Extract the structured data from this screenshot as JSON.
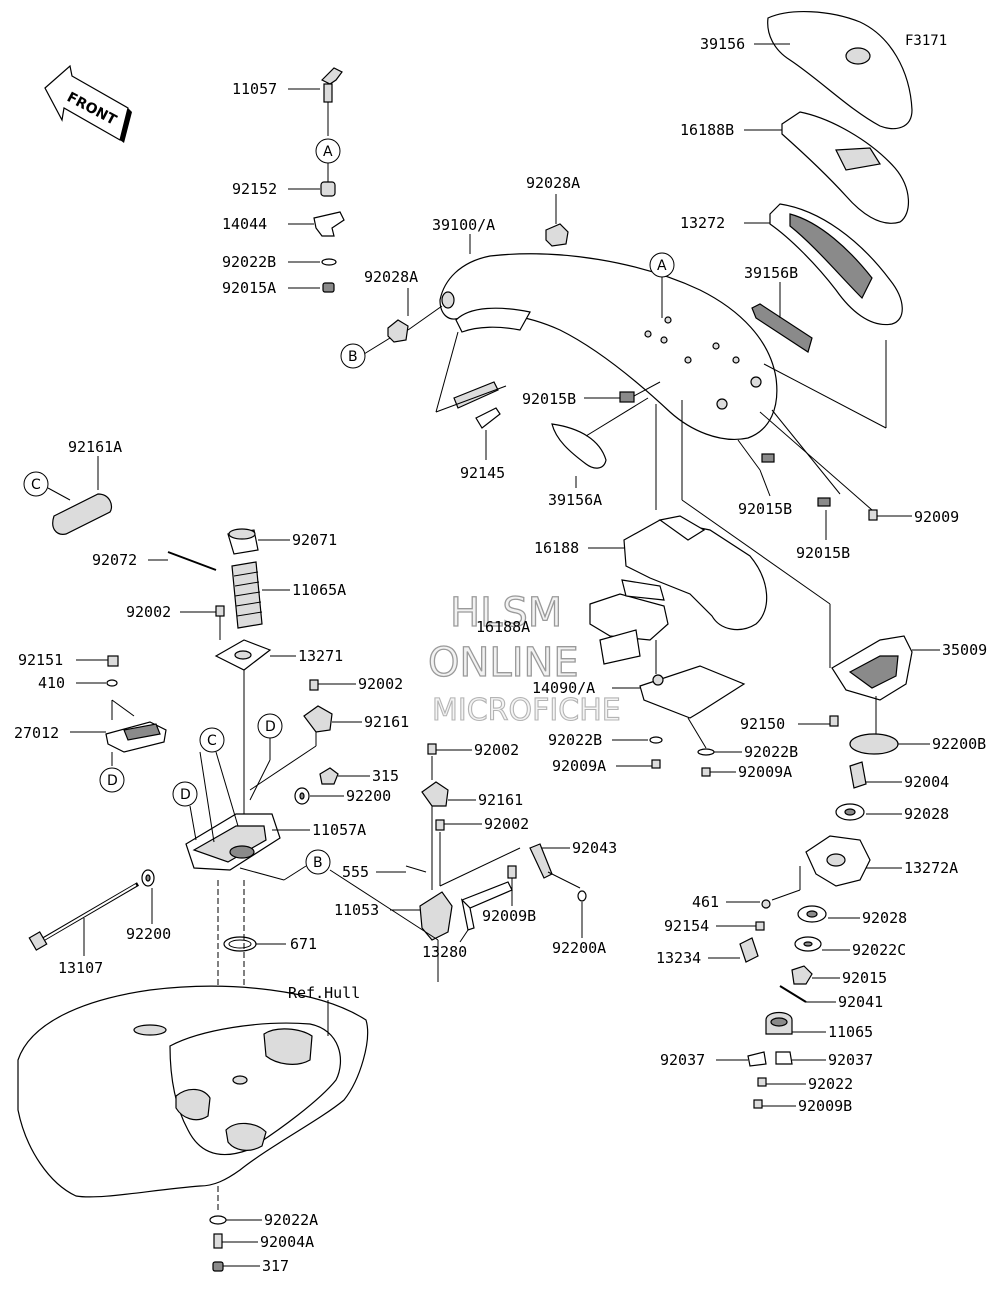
{
  "figure_code": "F3171",
  "front_label": "FRONT",
  "ref_label": "Ref.Hull",
  "watermark": {
    "line1": "HLSM",
    "line2": "ONLINE",
    "line3": "MICROFICHE"
  },
  "callouts": {
    "A": "A",
    "B": "B",
    "C": "C",
    "D": "D"
  },
  "parts": {
    "p39156": "39156",
    "p16188B": "16188B",
    "p13272": "13272",
    "p39156B": "39156B",
    "p92028A_top": "92028A",
    "p39100A": "39100/A",
    "p92028A_left": "92028A",
    "p92015B_a": "92015B",
    "p92145": "92145",
    "p39156A": "39156A",
    "p92015B_b": "92015B",
    "p92015B_c": "92015B",
    "p92009": "92009",
    "p11057": "11057",
    "p92152": "92152",
    "p14044": "14044",
    "p92022B_top": "92022B",
    "p92015A": "92015A",
    "p92161A": "92161A",
    "p92072": "92072",
    "p92071": "92071",
    "p11065A": "11065A",
    "p92002_a": "92002",
    "p16188": "16188",
    "p16188A": "16188A",
    "p13271": "13271",
    "p92151": "92151",
    "p410": "410",
    "p27012": "27012",
    "p92002_b": "92002",
    "p92161_a": "92161",
    "p14090A": "14090/A",
    "p35009": "35009",
    "p92150": "92150",
    "p92200B": "92200B",
    "p92022B_mid": "92022B",
    "p92022B_right": "92022B",
    "p92009A_a": "92009A",
    "p92009A_b": "92009A",
    "p315": "315",
    "p92200_a": "92200",
    "p92002_c": "92002",
    "p92004": "92004",
    "p92161_b": "92161",
    "p92028_a": "92028",
    "p11057A": "11057A",
    "p92002_d": "92002",
    "p92043": "92043",
    "p555": "555",
    "p13272A": "13272A",
    "p11053": "11053",
    "p92009B_a": "92009B",
    "p461": "461",
    "p92154": "92154",
    "p92028_b": "92028",
    "p92200_b": "92200",
    "p13280": "13280",
    "p92200A": "92200A",
    "p13234": "13234",
    "p92022C": "92022C",
    "p13107": "13107",
    "p671": "671",
    "p92015": "92015",
    "p92041": "92041",
    "p11065": "11065",
    "p92037_a": "92037",
    "p92037_b": "92037",
    "p92022": "92022",
    "p92009B_b": "92009B",
    "p92022A": "92022A",
    "p92004A": "92004A",
    "p317": "317"
  }
}
